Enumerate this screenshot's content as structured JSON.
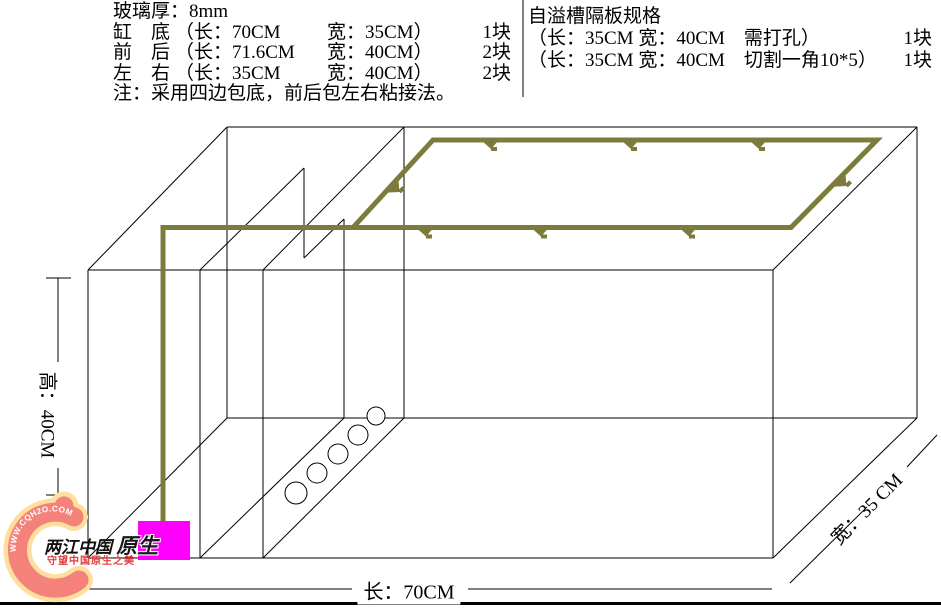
{
  "left_panel": {
    "thickness": "玻璃厚：8mm",
    "rows": [
      {
        "part": "缸　底",
        "len": "（长：70CM",
        "wid": "宽：35CM）",
        "qty": "1块"
      },
      {
        "part": "前　后",
        "len": "（长：71.6CM",
        "wid": "宽：40CM）",
        "qty": "2块"
      },
      {
        "part": "左　右",
        "len": "（长：35CM",
        "wid": "宽：40CM）",
        "qty": "2块"
      }
    ],
    "note": "注：采用四边包底，前后包左右粘接法。"
  },
  "right_panel": {
    "title": "自溢槽隔板规格",
    "rows": [
      {
        "dims": "（长：35CM 宽：40CM　需打孔）",
        "qty": "1块"
      },
      {
        "dims": "（长：35CM 宽：40CM　切割一角10*5）",
        "qty": "1块"
      }
    ]
  },
  "dimensions": {
    "height": "高：40CM",
    "length": "长：70CM",
    "width": "宽：35 CM"
  },
  "watermark": {
    "url": "WWW.CQH2O.COM",
    "brand_main": "两江中国",
    "brand_accent": "原生",
    "slogan": "守望中国原生之美"
  },
  "colors": {
    "line": "#000000",
    "pipe": "#7d7b3c",
    "pump": "#ff00ff",
    "logo_body": "#f5827a",
    "logo_outline": "#ffdf9e",
    "slogan_red": "#e23c3c"
  }
}
